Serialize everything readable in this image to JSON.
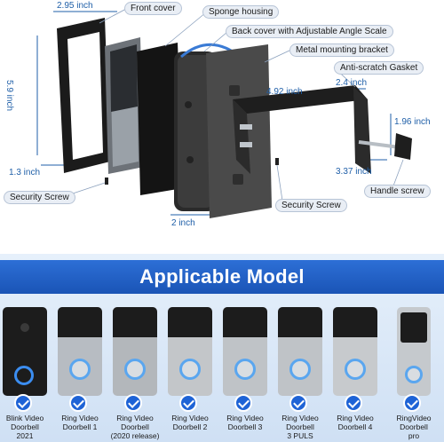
{
  "diagram": {
    "callouts": {
      "front_cover": "Front cover",
      "sponge_housing": "Sponge housing",
      "back_cover": "Back cover with Adjustable Angle Scale",
      "metal_bracket": "Metal mounting bracket",
      "gasket": "Anti-scratch Gasket",
      "security_screw_left": "Security Screw",
      "security_screw_right": "Security Screw",
      "handle_screw": "Handle screw"
    },
    "dimensions": {
      "width_top": "2.95 inch",
      "height_left": "5.9 inch",
      "depth_left": "1.3 inch",
      "base_width": "2 inch",
      "arm_length": "4.92 inch",
      "arm_width": "2.4 inch",
      "clamp_height": "1.96 inch",
      "clamp_depth": "3.37 inch"
    }
  },
  "section": {
    "title": "Applicable Model"
  },
  "models": [
    {
      "line1": "Blink Video",
      "line2": "Doorbell",
      "line3": "2021"
    },
    {
      "line1": "Ring Video",
      "line2": "Doorbell 1",
      "line3": ""
    },
    {
      "line1": "Ring Video",
      "line2": "Doorbell",
      "line3": "(2020 release)"
    },
    {
      "line1": "Ring Video",
      "line2": "Doorbell 2",
      "line3": ""
    },
    {
      "line1": "Ring Video",
      "line2": "Doorbell 3",
      "line3": ""
    },
    {
      "line1": "Ring Video",
      "line2": "Doorbell",
      "line3": "3 PULS"
    },
    {
      "line1": "Ring Video",
      "line2": "Doorbell 4",
      "line3": ""
    },
    {
      "line1": "RingVideo",
      "line2": "Doorbell",
      "line3": "pro"
    }
  ],
  "colors": {
    "banner": "#2166d0",
    "check": "#1e63d6",
    "dimension_text": "#1f5fa8"
  }
}
